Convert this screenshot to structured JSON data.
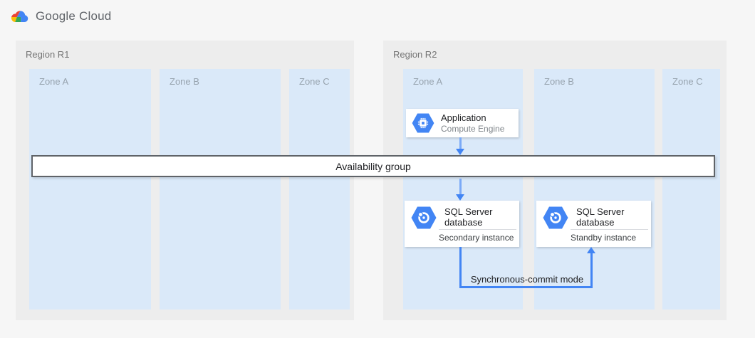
{
  "header": {
    "logo_google": "Google",
    "logo_cloud": "Cloud"
  },
  "regions": [
    {
      "label": "Region R1",
      "zones": [
        {
          "label": "Zone A"
        },
        {
          "label": "Zone B"
        },
        {
          "label": "Zone C"
        }
      ]
    },
    {
      "label": "Region R2",
      "zones": [
        {
          "label": "Zone A"
        },
        {
          "label": "Zone B"
        },
        {
          "label": "Zone C"
        }
      ]
    }
  ],
  "nodes": {
    "application": {
      "title": "Application",
      "subtitle": "Compute Engine",
      "icon": "compute-engine-icon"
    },
    "availability_group": {
      "label": "Availability group"
    },
    "sql_secondary": {
      "title": "SQL Server database",
      "instance": "Secondary instance",
      "icon": "sql-server-instance-icon"
    },
    "sql_standby": {
      "title": "SQL Server database",
      "instance": "Standby instance",
      "icon": "sql-server-instance-icon"
    }
  },
  "connections": {
    "app_to_availability_group": "arrow-down",
    "availability_group_to_secondary": "arrow-down",
    "secondary_to_standby_label": "Synchronous-commit mode"
  },
  "colors": {
    "page_bg": "#F6F6F6",
    "region_fill": "#EDEDED",
    "zone_fill": "#DAE9F9",
    "zone_label": "#97A3AE",
    "node_bg": "#FFFFFF",
    "bar_border": "#5F6368",
    "arrow_shaft": "#7BAAF7",
    "arrow_head": "#4285F4",
    "hexagon_blue": "#4285F4",
    "logo_red": "#EA4335",
    "logo_yellow": "#FBBC05",
    "logo_green": "#34A853",
    "logo_blue": "#4285F4"
  }
}
